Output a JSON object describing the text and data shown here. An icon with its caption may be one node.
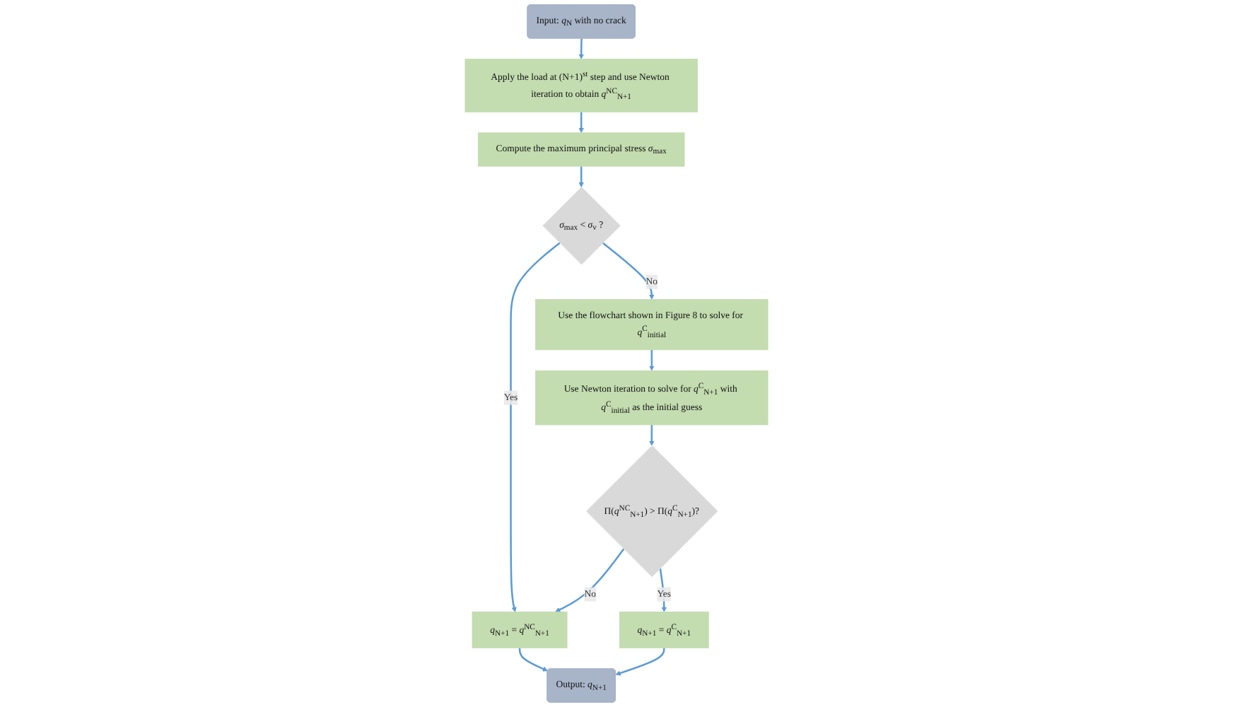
{
  "diagram": {
    "nodes": [
      {
        "text": [
          "Input: *q*$_{N}$ with no crack"
        ]
      },
      {
        "text": [
          "Apply the load at (N+1)$^{st}$ step and use Newton iteration to obtain *q*$^{NC}$$_{N+1}$"
        ]
      },
      {
        "text": [
          "Compute the maximum principal stress *σ*$_{max}$"
        ]
      },
      {
        "text": [
          "*σ*$_{max}$ < *σ*$_{v}$ ?"
        ]
      },
      {
        "text": [
          "*q*$_{N+1}$ = *q*$^{NC}$$_{N+1}$"
        ]
      },
      {
        "text": [
          "Output: *q*$_{N+1}$"
        ]
      },
      {
        "text": [
          "Use the flowchart shown in Figure 8 to solve for *q*$^{C}$$_{initial}$"
        ]
      },
      {
        "text": [
          "Use Newton iteration to solve for *q*$^{C}$$_{N+1}$ with *q*$^{C}$$_{initial}$ as the initial guess"
        ]
      },
      {
        "text": [
          "Π(*q*$^{NC}$$_{N+1}$) > Π(*q*$^{C}$$_{N+1}$)?"
        ]
      },
      {
        "text": [
          "*q*$_{N+1}$ = *q*$^{C}$$_{N+1}$"
        ]
      }
    ],
    "edges": [
      {
        "from": 0,
        "to": 1,
        "arrow": "to"
      },
      {
        "from": 1,
        "to": 2,
        "arrow": "to"
      },
      {
        "from": 2,
        "to": 3,
        "arrow": "to"
      },
      {
        "from": 3,
        "to": 4,
        "arrow": "to",
        "label": "Yes"
      },
      {
        "from": 4,
        "to": 5,
        "arrow": "to"
      },
      {
        "from": 3,
        "to": 6,
        "arrow": "to",
        "label": "No"
      },
      {
        "from": 6,
        "to": 7,
        "arrow": "to"
      },
      {
        "from": 7,
        "to": 8,
        "arrow": "to"
      },
      {
        "from": 8,
        "to": 4,
        "arrow": "to",
        "label": "No"
      },
      {
        "from": 8,
        "to": 9,
        "arrow": "to",
        "label": "Yes"
      },
      {
        "from": 9,
        "to": 5,
        "arrow": "to"
      }
    ]
  }
}
